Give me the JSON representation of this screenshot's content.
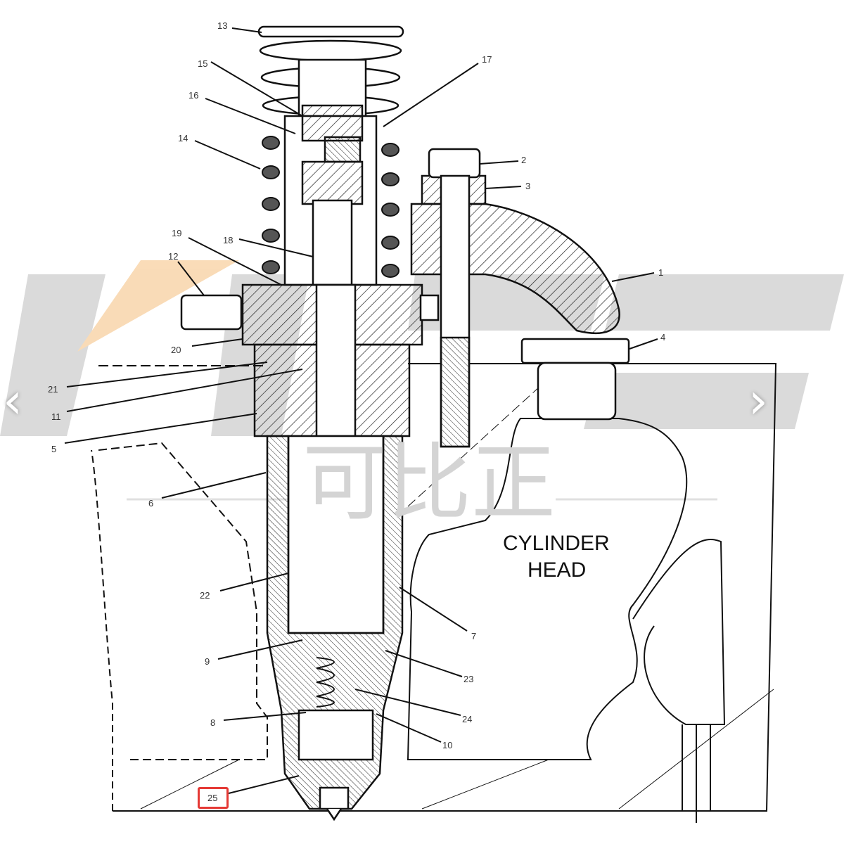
{
  "diagram": {
    "title_text": [
      "CYLINDER",
      "HEAD"
    ],
    "callouts": [
      "13",
      "15",
      "16",
      "14",
      "17",
      "2",
      "3",
      "1",
      "12",
      "19",
      "18",
      "20",
      "21",
      "11",
      "5",
      "6",
      "4",
      "22",
      "7",
      "9",
      "23",
      "24",
      "8",
      "10",
      "25"
    ],
    "highlighted_callout": "25",
    "highlight_color": "#e53935"
  },
  "watermark": {
    "brand_text": "可比正",
    "logo_letters": "KBZ"
  },
  "navigation": {
    "prev_icon": "chevron-left-icon",
    "next_icon": "chevron-right-icon",
    "prev": "‹",
    "next": "›"
  }
}
